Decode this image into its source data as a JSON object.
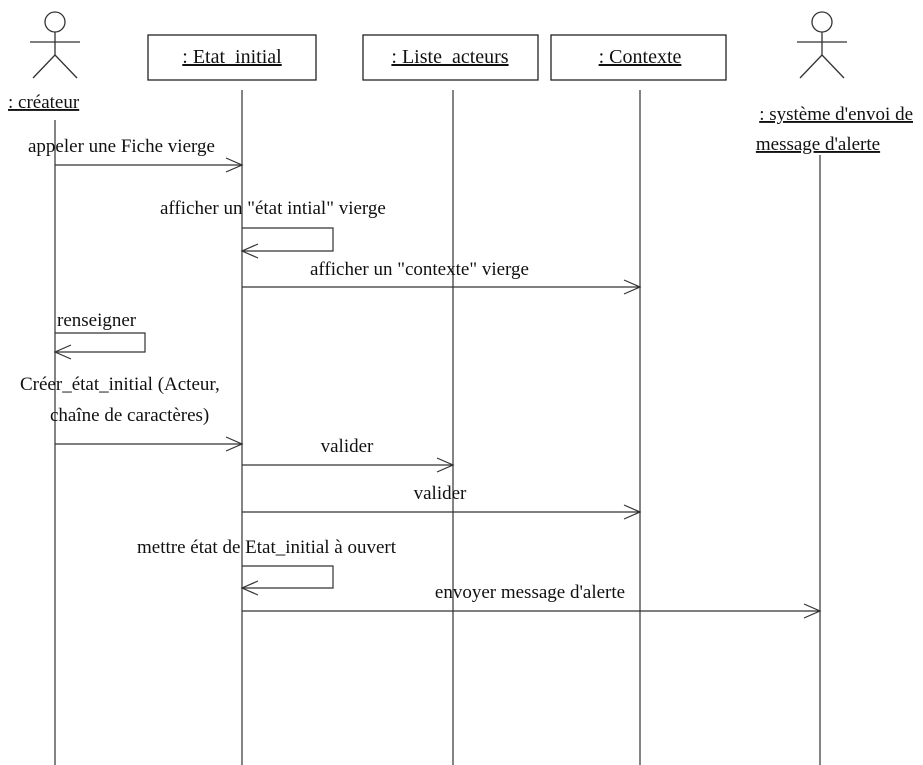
{
  "participants": [
    {
      "id": "createur",
      "kind": "actor",
      "label": ": créateur"
    },
    {
      "id": "etat",
      "kind": "object",
      "label": ": Etat_initial"
    },
    {
      "id": "liste",
      "kind": "object",
      "label": ": Liste_acteurs"
    },
    {
      "id": "contexte",
      "kind": "object",
      "label": ": Contexte"
    },
    {
      "id": "systeme",
      "kind": "actor",
      "label_line1": ": système d'envoi de",
      "label_line2": "message d'alerte"
    }
  ],
  "messages": [
    {
      "from": "createur",
      "to": "etat",
      "label": "appeler une Fiche vierge"
    },
    {
      "from": "etat",
      "to": "etat",
      "label": "afficher un \"état intial\" vierge"
    },
    {
      "from": "etat",
      "to": "contexte",
      "label": "afficher un \"contexte\" vierge"
    },
    {
      "from": "createur",
      "to": "createur",
      "label": "renseigner"
    },
    {
      "from": "createur",
      "to": "etat",
      "label_line1": "Créer_état_initial (Acteur,",
      "label_line2": "chaîne de caractères)"
    },
    {
      "from": "etat",
      "to": "liste",
      "label": "valider"
    },
    {
      "from": "etat",
      "to": "contexte",
      "label": "valider"
    },
    {
      "from": "etat",
      "to": "etat",
      "label": "mettre état de Etat_initial à ouvert"
    },
    {
      "from": "etat",
      "to": "systeme",
      "label": "envoyer message d'alerte"
    }
  ]
}
